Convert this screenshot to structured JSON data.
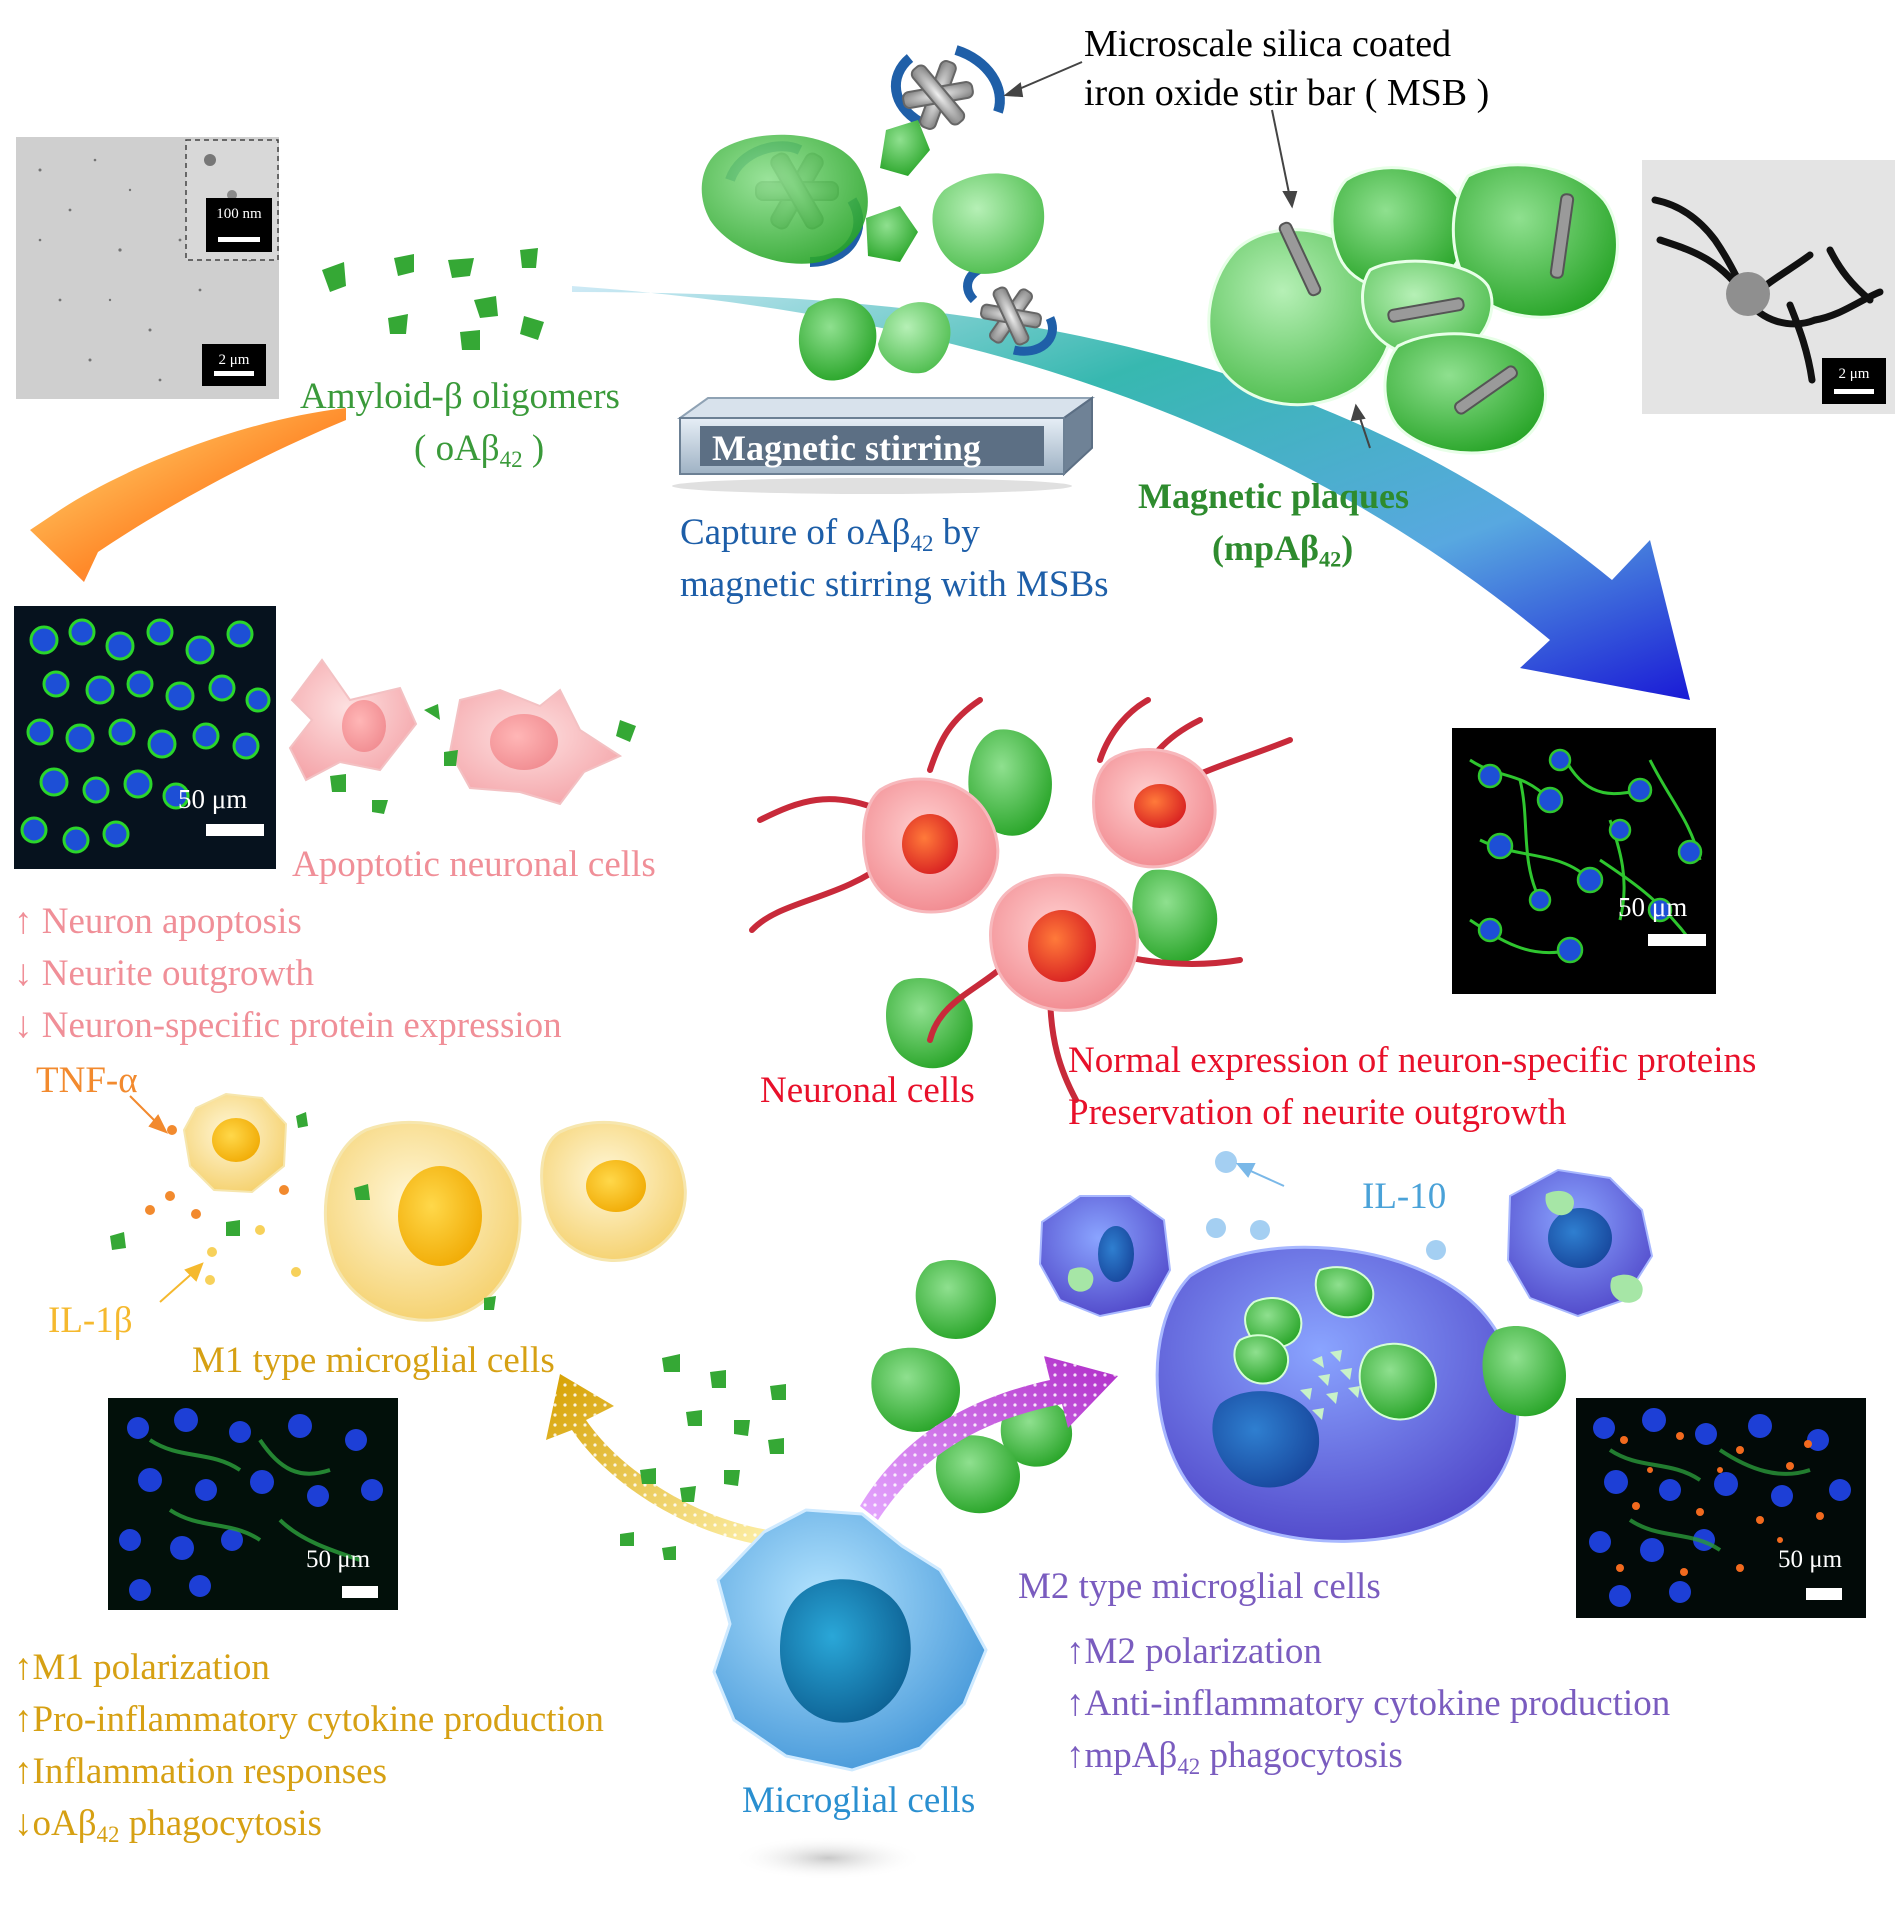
{
  "labels": {
    "msb": "Microscale silica coated\niron oxide stir bar ( MSB )",
    "amyloid_main": "Amyloid-β oligomers",
    "amyloid_abbr_open": "( oAβ",
    "amyloid_abbr_sub": "42",
    "amyloid_abbr_close": " )",
    "stirring": "Magnetic stirring",
    "capture_line1_pre": "Capture of oAβ",
    "capture_line1_sub": "42",
    "capture_line1_post": " by",
    "capture_line2": "magnetic stirring with MSBs",
    "plaques_line1": "Magnetic plaques",
    "plaques_line2_pre": "(mpAβ",
    "plaques_line2_sub": "42",
    "plaques_line2_post": ")",
    "apoptotic": "Apoptotic neuronal cells",
    "neuronal": "Neuronal cells",
    "normal_expr": "Normal expression of  neuron-specific proteins",
    "preservation": "Preservation of neurite outgrowth",
    "tnf": "TNF-α",
    "il1b": "IL-1β",
    "il10": "IL-10",
    "m1": "M1 type microglial cells",
    "m2": "M2 type microglial cells",
    "microglial": "Microglial cells"
  },
  "neuron_effects": [
    {
      "arrow": "↑",
      "text": "Neuron apoptosis"
    },
    {
      "arrow": "↓",
      "text": "Neurite outgrowth"
    },
    {
      "arrow": "↓",
      "text": "Neuron-specific protein expression"
    }
  ],
  "m1_effects": [
    {
      "arrow": "↑",
      "pre": "M1 polarization",
      "sub": "",
      "post": ""
    },
    {
      "arrow": "↑",
      "pre": "Pro-inflammatory cytokine production",
      "sub": "",
      "post": ""
    },
    {
      "arrow": "↑",
      "pre": "Inflammation responses",
      "sub": "",
      "post": ""
    },
    {
      "arrow": "↓",
      "pre": "oAβ",
      "sub": "42",
      "post": " phagocytosis"
    }
  ],
  "m2_effects": [
    {
      "arrow": "↑",
      "pre": "M2 polarization",
      "sub": "",
      "post": ""
    },
    {
      "arrow": "↑",
      "pre": "Anti-inflammatory cytokine production",
      "sub": "",
      "post": ""
    },
    {
      "arrow": "↑",
      "pre": "mpAβ",
      "sub": "42",
      "post": " phagocytosis"
    }
  ],
  "scale_bars": {
    "tem_left_main": "2 μm",
    "tem_left_inset": "100 nm",
    "tem_right": "2 μm",
    "fluor_apoptotic": "50 μm",
    "fluor_normal": "50 μm",
    "fluor_m1": "50 μm",
    "fluor_m2": "50 μm"
  },
  "colors": {
    "green_text": "#3a9a3a",
    "plaque_green": "#2e8b2e",
    "pink_text": "#f08f98",
    "red_text": "#e8102a",
    "orange_text": "#f28a2e",
    "il1b_text": "#f5b92e",
    "m1_text": "#d6a013",
    "il10_text": "#4aa2d8",
    "m2_text": "#7a5cbf",
    "blue_text": "#1d5ea8",
    "microglial_text": "#2a8fd0",
    "cell_green": "#3bb23b",
    "neuron_pink": "#f6a7ab",
    "neuron_nucleus": "#e0282d",
    "m1_yellow": "#f7d97c",
    "m2_purple": "#5a5ad6",
    "microglia_blue": "#4fa8e0"
  }
}
